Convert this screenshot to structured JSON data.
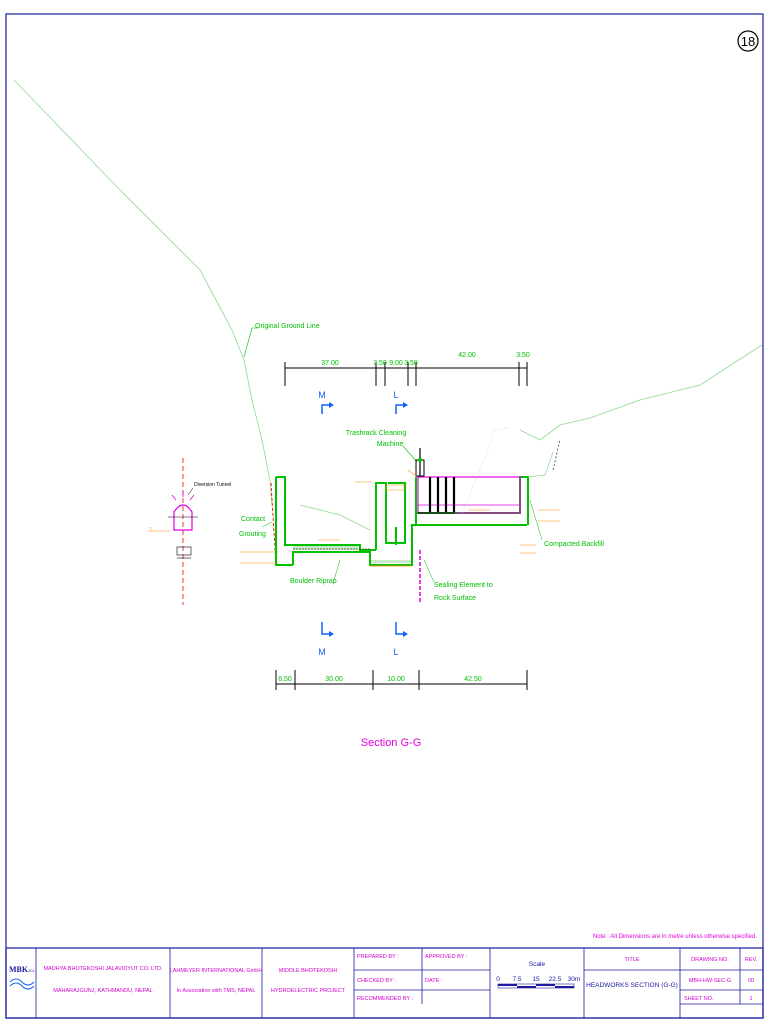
{
  "sheet": {
    "number": "18",
    "title": "Section  G-G",
    "note": "Note : All Dimensions are in metre unless otherwise specified."
  },
  "dimensions_top": [
    "37.00",
    "3.50",
    "9.00",
    "3.50",
    "42.00",
    "3.50"
  ],
  "dimensions_bottom": [
    "6.50",
    "30.00",
    "10.00",
    "42.50"
  ],
  "section_marks": {
    "m": "M",
    "l": "L"
  },
  "labels": {
    "original_ground_line": "Original Ground Line",
    "trashrack_1": "Trashrack Cleaning",
    "trashrack_2": "Machine",
    "diversion_tunnel": "Diversion Tunnel",
    "contact_1": "Contact",
    "contact_2": "Grouting",
    "boulder_riprap": "Boulder Riprap",
    "sealing_1": "Sealing Element to",
    "sealing_2": "Rock Surface",
    "compacted_backfill": "Compacted Backfill"
  },
  "title_block": {
    "logo": "MBK",
    "logo_sub": "JCL",
    "client_name": "MADHYA BHOTEKOSHI JALAVIDYUT CO. LTD.",
    "client_address": "MAHARAJGUNJ, KATHMANDU, NEPAL",
    "consultant_1": "LAHMEYER INTERNATIONAL GmbH",
    "consultant_2": "In Association with TMS, NEPAL",
    "project_1": "MIDDLE BHOTEKOSHI",
    "project_2": "HYDROELECTRIC PROJECT",
    "prepared_by": "PREPARED BY :",
    "approved_by": "APPROVED BY :",
    "checked_by": "CHECKED BY :",
    "date": "DATE :",
    "recommended_by": "RECOMMENDED BY :",
    "scale_label": "Scale",
    "scale_ticks": [
      "0",
      "7.5",
      "15",
      "22.5",
      "30m"
    ],
    "title_header": "TITLE",
    "title_value": "HEADWORKS SECTION (G-G)",
    "drawing_no_header": "DRAWING NO.",
    "drawing_no_value": "MBH-HW-SEC-G",
    "rev_header": "REV.",
    "rev_value": "00",
    "sheet_no_header": "SHEET NO.",
    "sheet_no_value": "1"
  },
  "colors": {
    "border": "#1a1aa0",
    "concrete": "#00c000",
    "ground": "#90d890",
    "elevation": "#ff8c00",
    "steel": "#e000e0",
    "arrow": "#1060ff",
    "grout": "#ff0000"
  }
}
